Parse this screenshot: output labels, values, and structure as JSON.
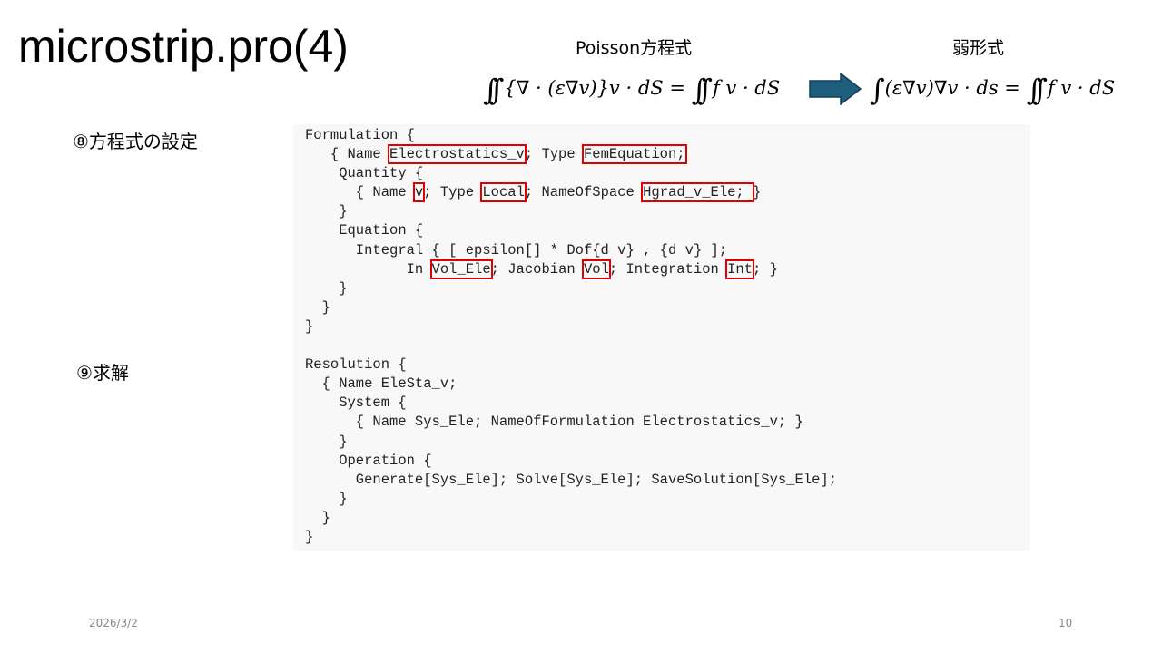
{
  "title": "microstrip.pro(4)",
  "poisson": {
    "label": "Poisson方程式",
    "lhs": "{∇ · (ε∇v)}v · dS =",
    "rhs": "f v · dS"
  },
  "weak": {
    "label": "弱形式",
    "lhs": "(ε∇v)∇v · ds =",
    "rhs": "f v · dS"
  },
  "arrow_color": "#1f5f7e",
  "sections": {
    "formulation": "⑧方程式の設定",
    "resolution": "⑨求解"
  },
  "code_lines": [
    [
      {
        "t": "Formulation {"
      }
    ],
    [
      {
        "t": "   { Name "
      },
      {
        "t": "Electrostatics_v",
        "box": true
      },
      {
        "t": "; Type "
      },
      {
        "t": "FemEquation;",
        "box": true
      }
    ],
    [
      {
        "t": "    Quantity {"
      }
    ],
    [
      {
        "t": "      { Name "
      },
      {
        "t": "v",
        "box": true
      },
      {
        "t": "; Type "
      },
      {
        "t": "Local",
        "box": true
      },
      {
        "t": "; NameOfSpace "
      },
      {
        "t": "Hgrad_v_Ele; ",
        "box": true
      },
      {
        "t": "}"
      }
    ],
    [
      {
        "t": "    }"
      }
    ],
    [
      {
        "t": "    Equation {"
      }
    ],
    [
      {
        "t": "      Integral { [ epsilon[] * Dof{d v} , {d v} ];"
      }
    ],
    [
      {
        "t": "            In "
      },
      {
        "t": "Vol_Ele",
        "box": true
      },
      {
        "t": "; Jacobian "
      },
      {
        "t": "Vol",
        "box": true
      },
      {
        "t": "; Integration "
      },
      {
        "t": "Int",
        "box": true
      },
      {
        "t": "; }"
      }
    ],
    [
      {
        "t": "    }"
      }
    ],
    [
      {
        "t": "  }"
      }
    ],
    [
      {
        "t": "}"
      }
    ],
    [
      {
        "t": ""
      }
    ],
    [
      {
        "t": "Resolution {"
      }
    ],
    [
      {
        "t": "  { Name EleSta_v;"
      }
    ],
    [
      {
        "t": "    System {"
      }
    ],
    [
      {
        "t": "      { Name Sys_Ele; NameOfFormulation Electrostatics_v; }"
      }
    ],
    [
      {
        "t": "    }"
      }
    ],
    [
      {
        "t": "    Operation {"
      }
    ],
    [
      {
        "t": "      Generate[Sys_Ele]; Solve[Sys_Ele]; SaveSolution[Sys_Ele];"
      }
    ],
    [
      {
        "t": "    }"
      }
    ],
    [
      {
        "t": "  }"
      }
    ],
    [
      {
        "t": "}"
      }
    ]
  ],
  "footer": {
    "date": "2026/3/2",
    "page": "10"
  }
}
